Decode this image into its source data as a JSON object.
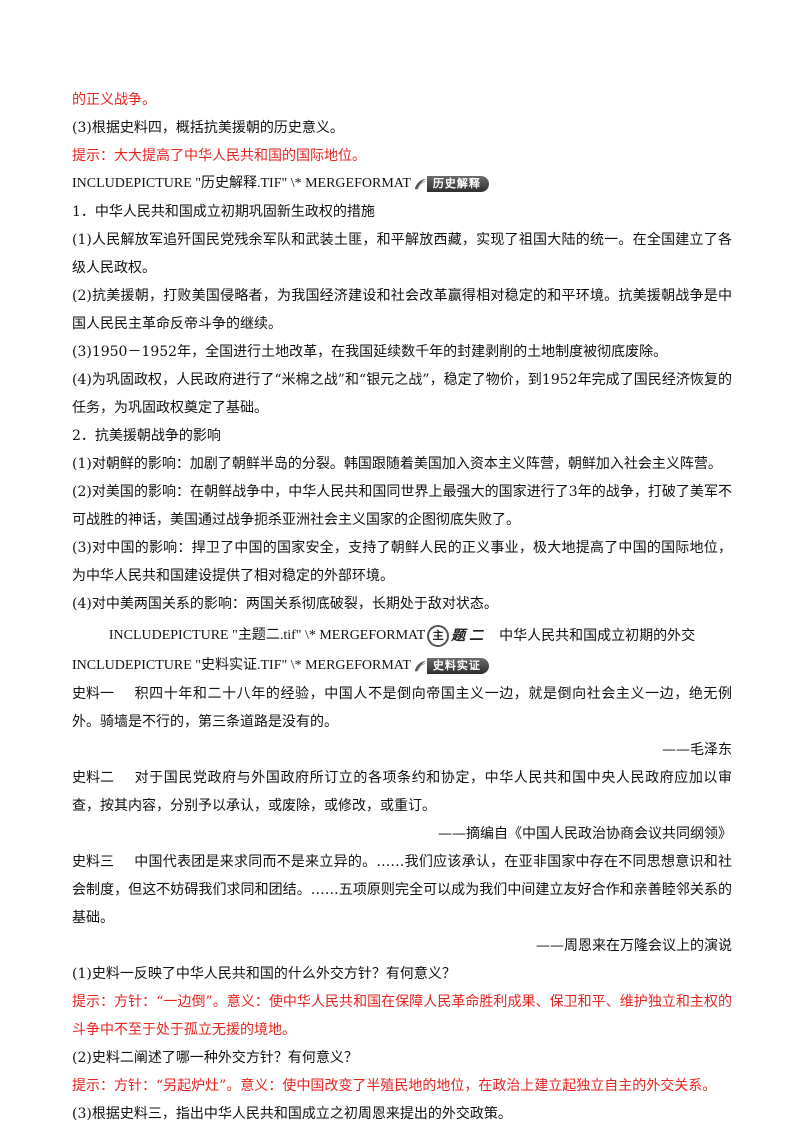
{
  "lines": {
    "l1": "的正义战争。",
    "l2": "(3)根据史料四，概括抗美援朝的历史意义。",
    "l3": "提示：大大提高了中华人民共和国的国际地位。"
  },
  "header1": {
    "code": "INCLUDEPICTURE \"历史解释.TIF\" \\* MERGEFORMAT",
    "badge": "历史解释"
  },
  "section1": {
    "heading": "1．中华人民共和国成立初期巩固新生政权的措施",
    "items": [
      "(1)人民解放军追歼国民党残余军队和武装土匪，和平解放西藏，实现了祖国大陆的统一。在全国建立了各级人民政权。",
      "(2)抗美援朝，打败美国侵略者，为我国经济建设和社会改革赢得相对稳定的和平环境。抗美援朝战争是中国人民民主革命反帝斗争的继续。",
      "(3)1950－1952年，全国进行土地改革，在我国延续数千年的封建剥削的土地制度被彻底废除。",
      "(4)为巩固政权，人民政府进行了“米棉之战”和“银元之战”，稳定了物价，到1952年完成了国民经济恢复的任务，为巩固政权奠定了基础。"
    ]
  },
  "section2": {
    "heading": "2．抗美援朝战争的影响",
    "items": [
      "(1)对朝鲜的影响：加剧了朝鲜半岛的分裂。韩国跟随着美国加入资本主义阵营，朝鲜加入社会主义阵营。",
      "(2)对美国的影响：在朝鲜战争中，中华人民共和国同世界上最强大的国家进行了3年的战争，打破了美军不可战胜的神话，美国通过战争扼杀亚洲社会主义国家的企图彻底失败了。",
      "(3)对中国的影响：捍卫了中国的国家安全，支持了朝鲜人民的正义事业，极大地提高了中国的国际地位，为中华人民共和国建设提供了相对稳定的外部环境。",
      "(4)对中美两国关系的影响：两国关系彻底破裂，长期处于敌对状态。"
    ]
  },
  "topic2": {
    "code": "INCLUDEPICTURE \"主题二.tif\" \\* MERGEFORMAT",
    "badge_a": "主",
    "badge_b": "题",
    "badge_c": "二",
    "title": "中华人民共和国成立初期的外交"
  },
  "header2": {
    "code": "INCLUDEPICTURE \"史料实证.TIF\" \\* MERGEFORMAT",
    "badge": "史料实证"
  },
  "sources": [
    {
      "label": "史料一",
      "text": "积四十年和二十八年的经验，中国人不是倒向帝国主义一边，就是倒向社会主义一边，绝无例外。骑墙是不行的，第三条道路是没有的。",
      "attribution": "——毛泽东"
    },
    {
      "label": "史料二",
      "text": "对于国民党政府与外国政府所订立的各项条约和协定，中华人民共和国中央人民政府应加以审查，按其内容，分别予以承认，或废除，或修改，或重订。",
      "attribution": "——摘编自《中国人民政治协商会议共同纲领》"
    },
    {
      "label": "史料三",
      "text": "中国代表团是来求同而不是来立异的。……我们应该承认，在亚非国家中存在不同思想意识和社会制度，但这不妨碍我们求同和团结。……五项原则完全可以成为我们中间建立友好合作和亲善睦邻关系的基础。",
      "attribution": "——周恩来在万隆会议上的演说"
    }
  ],
  "questions": {
    "q1": "(1)史料一反映了中华人民共和国的什么外交方针？有何意义？",
    "a1": "提示：方针：“一边倒”。意义：使中华人民共和国在保障人民革命胜利成果、保卫和平、维护独立和主权的斗争中不至于处于孤立无援的境地。",
    "q2": "(2)史料二阐述了哪一种外交方针？有何意义？",
    "a2": "提示：方针：“另起炉灶”。意义：使中国改变了半殖民地的地位，在政治上建立起独立自主的外交关系。",
    "q3": "(3)根据史料三，指出中华人民共和国成立之初周恩来提出的外交政策。"
  }
}
